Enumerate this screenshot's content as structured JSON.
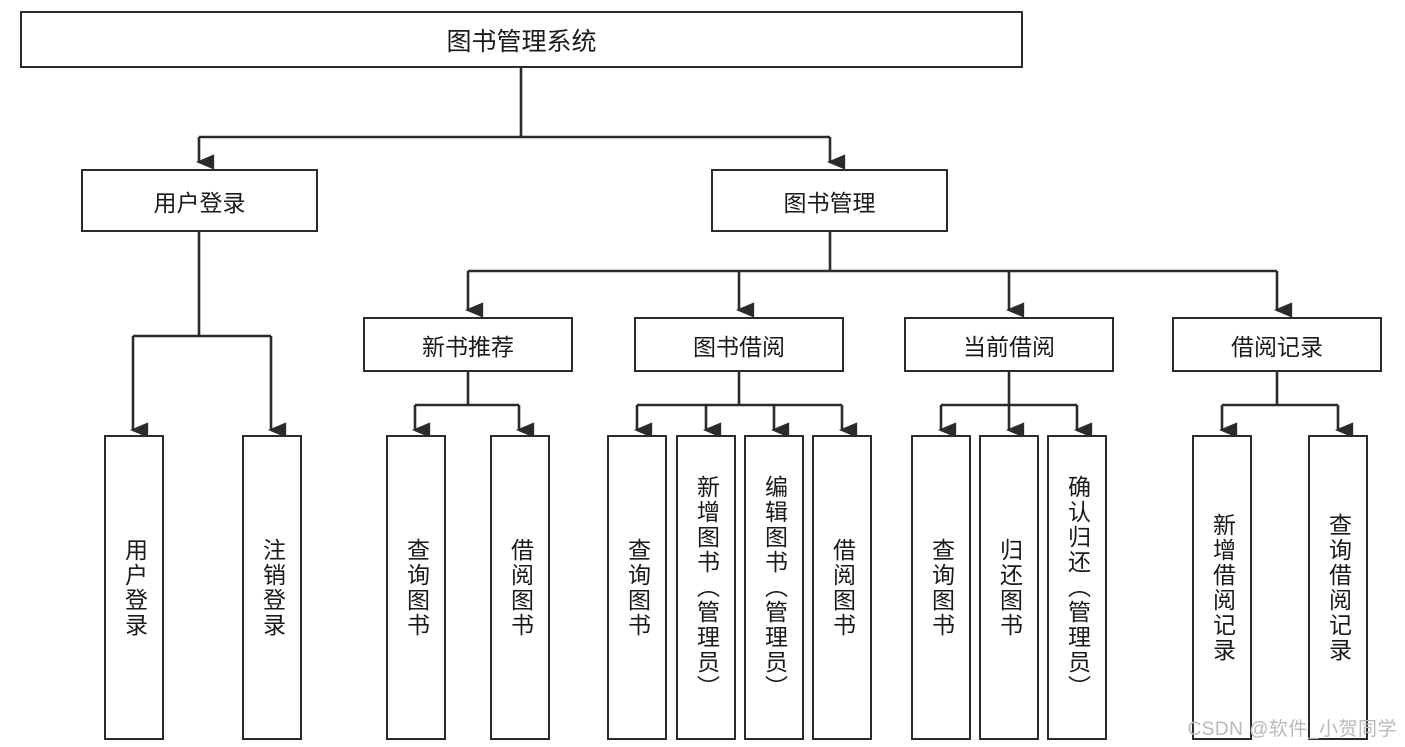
{
  "diagram": {
    "title": "图书管理系统",
    "type": "tree-hierarchy",
    "watermark": "CSDN @软件_小贺同学",
    "colors": {
      "box_border": "#2b2b2b",
      "box_fill": "#ffffff",
      "edge": "#2b2b2b",
      "text": "#1a1a1a",
      "watermark": "#b9b9b9"
    },
    "root": {
      "label": "图书管理系统"
    },
    "level2": [
      {
        "label": "用户登录"
      },
      {
        "label": "图书管理"
      }
    ],
    "level3": [
      {
        "label": "新书推荐"
      },
      {
        "label": "图书借阅"
      },
      {
        "label": "当前借阅"
      },
      {
        "label": "借阅记录"
      }
    ],
    "leaves": {
      "user_login": [
        {
          "label": "用户登录"
        },
        {
          "label": "注销登录"
        }
      ],
      "new_book": [
        {
          "label": "查询图书"
        },
        {
          "label": "借阅图书"
        }
      ],
      "book_borrow": [
        {
          "label": "查询图书"
        },
        {
          "label": "新增图书（管理员）"
        },
        {
          "label": "编辑图书（管理员）"
        },
        {
          "label": "借阅图书"
        }
      ],
      "current_borrow": [
        {
          "label": "查询图书"
        },
        {
          "label": "归还图书"
        },
        {
          "label": "确认归还（管理员）"
        }
      ],
      "borrow_record": [
        {
          "label": "新增借阅记录"
        },
        {
          "label": "查询借阅记录"
        }
      ]
    }
  }
}
